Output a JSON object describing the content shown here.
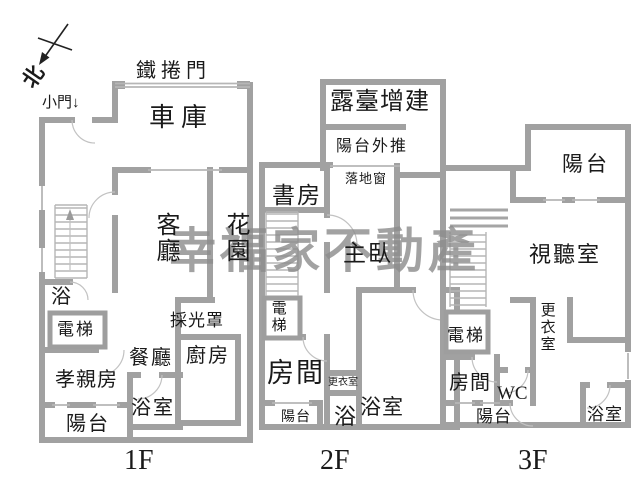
{
  "colors": {
    "wall": "#a1a1a1",
    "thin_line": "#b6b6b6",
    "text": "#1a1a1a",
    "watermark": "#8c8c8c",
    "background": "#ffffff"
  },
  "watermark": "幸福家不動產",
  "compass": "北",
  "f1": {
    "floor_label": "1F",
    "roller_door": "鐵捲門",
    "small_door": "小門↓",
    "garage": "車庫",
    "living_room": "客廳",
    "garden": "花園",
    "bath": "浴",
    "elevator": "電梯",
    "skylight": "採光罩",
    "dining_room": "餐廳",
    "kitchen": "廚房",
    "parents_room": "孝親房",
    "bathroom": "浴室",
    "balcony": "陽台"
  },
  "f2": {
    "floor_label": "2F",
    "terrace_addition": "露臺增建",
    "balcony_extension": "陽台外推",
    "study": "書房",
    "french_window": "落地窗",
    "master_bedroom": "主臥",
    "elevator": "電梯",
    "room": "房間",
    "walk_in_closet": "更衣室",
    "balcony": "陽台",
    "bath": "浴",
    "bathroom": "浴室"
  },
  "f3": {
    "floor_label": "3F",
    "balcony_top": "陽台",
    "av_room": "視聽室",
    "elevator": "電梯",
    "walk_in_closet": "更衣室",
    "room": "房間",
    "wc": "WC",
    "balcony": "陽台",
    "bathroom": "浴室"
  }
}
